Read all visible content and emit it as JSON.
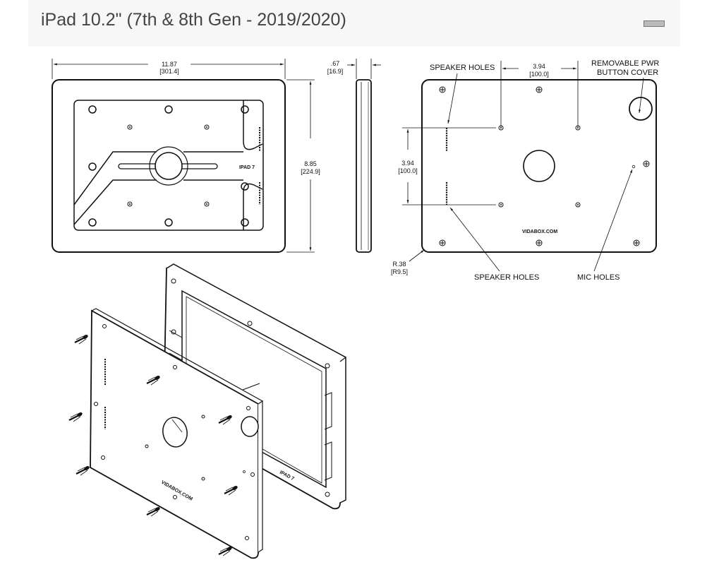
{
  "header": {
    "title": "iPad 10.2\" (7th & 8th Gen - 2019/2020)"
  },
  "front_view": {
    "width_in": "11.87",
    "width_mm": "[301.4]",
    "height_in": "8.85",
    "height_mm": "[224.9]",
    "label": "IPAD 7"
  },
  "side_view": {
    "depth_in": ".67",
    "depth_mm": "[16.9]"
  },
  "back_view": {
    "speaker_holes_top": "SPEAKER HOLES",
    "speaker_holes_bottom": "SPEAKER HOLES",
    "spacing_h_in": "3.94",
    "spacing_h_mm": "[100.0]",
    "spacing_v_in": "3.94",
    "spacing_v_mm": "[100.0]",
    "pwr_cover_line1": "REMOVABLE PWR",
    "pwr_cover_line2": "BUTTON COVER",
    "mic_holes": "MIC HOLES",
    "radius_in": "R.38",
    "radius_mm": "[R9.5]",
    "brand": "VIDABOX.COM"
  },
  "exploded_view": {
    "plate_brand": "VIDABOX.COM",
    "frame_label": "IPAD 7"
  },
  "icons": [
    "screw-icon",
    "collapse-icon"
  ]
}
